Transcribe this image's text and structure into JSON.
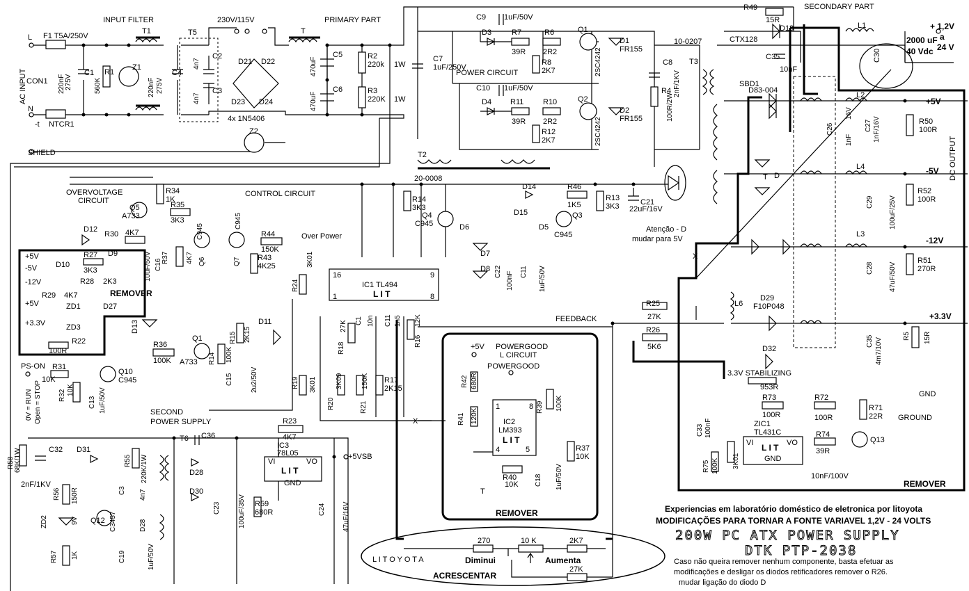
{
  "headings": {
    "input_filter": "INPUT FILTER",
    "voltage_select": "230V/115V",
    "primary_part": "PRIMARY PART",
    "secondary_part": "SECONDARY PART",
    "power_circuit": "POWER CIRCUIT",
    "control_circuit": "CONTROL  CIRCUIT",
    "overvoltage": "OVERVOLTAGE",
    "overvoltage2": "CIRCUIT",
    "second_ps": "SECOND",
    "second_ps2": "POWER SUPPLY",
    "powergood": "POWERGOOD",
    "powergood_c": "L CIRCUIT",
    "stabilizing": "3.3V STABILIZING",
    "feedback": "FEEDBACK",
    "over_power": "Over Power",
    "ac_input": "AC INPUT",
    "dc_output": "DC OUTPUT",
    "shield": "SHIELD",
    "ground": "GROUND",
    "gnd": "GND",
    "con1": "CON1",
    "x1": "X",
    "x2": "X"
  },
  "terminals": {
    "L": "L",
    "N": "N",
    "ps_on": "PS-ON",
    "run": "0V = RUN",
    "stop": "Open = STOP",
    "vsb": "+5VSB",
    "plus5v_pg": "+5V"
  },
  "outputs": {
    "v12var": "+ 1,2V",
    "a": "a",
    "v24": "24 V",
    "p5": "+5V",
    "m5": "-5V",
    "m12": "-12V",
    "p33": "+3.3V"
  },
  "callouts": {
    "cap_value": "2000 uF",
    "cap_voltage": "40 Vdc",
    "attention": "Atenção - D",
    "attention2": "mudar para 5V"
  },
  "remover": {
    "a": "REMOVER",
    "b": "REMOVER",
    "c": "REMOVER"
  },
  "acrescentar": {
    "litoyota": "L I T O Y O T A",
    "diminui": "Diminui",
    "aumenta": "Aumenta",
    "label": "ACRESCENTAR",
    "r270": "270",
    "r10k": "10 K",
    "r2k7": "2K7",
    "r27k": "27K"
  },
  "credits": {
    "line1": "Experiencias em laboratório doméstico de eletronica por litoyota",
    "line2": "MODIFICAÇÕES PARA TORNAR A FONTE VARIAVEL  1,2V - 24 VOLTS",
    "title1": "200W PC ATX POWER SUPPLY",
    "title2": "DTK PTP-2038",
    "note1": "Caso não queira remover nenhum componente, basta efetuar as",
    "note2": "modificações e desligar os diodos retificadores     remover o R26.",
    "note3": "mudar ligação do diodo D"
  },
  "input": {
    "f1": "F1 T5A/250V",
    "t1": "T1",
    "t5": "T5",
    "c1": "C1",
    "c1v": "220nF",
    "c1v2": "275V",
    "r1": "R1",
    "r1v": "560K",
    "z1": "Z1",
    "c4": "C4",
    "c4v": "220nF",
    "c4v2": "275V",
    "c2": "C2",
    "c3": "C3",
    "c23v": "4n7",
    "c23v2": "4n7",
    "ntc": "NTCR1",
    "t": "-t"
  },
  "bridge": {
    "d21": "D21",
    "d22": "D22",
    "d23": "D23",
    "d24": "D24",
    "type": "4x 1N5406",
    "z2": "Z2",
    "t": "T"
  },
  "primary": {
    "c5": "C5",
    "c6": "C6",
    "c5v": "470uF",
    "c6v": "470uF",
    "r2": "R2",
    "r3": "R3",
    "r2v": "220k",
    "r3v": "220K",
    "w1": "1W",
    "w2": "1W",
    "c7": "C7",
    "c7v": "1uF/250V"
  },
  "power": {
    "c9": "C9",
    "c9v": "1uF/50V",
    "c10": "C10",
    "c10v": "1uF/50V",
    "d3": "D3",
    "d4": "D4",
    "r7": "R7",
    "r7v": "39R",
    "r11": "R11",
    "r11v": "39R",
    "r6": "R6",
    "r6v": "2R2",
    "r10": "R10",
    "r10v": "2R2",
    "r8": "R8",
    "r8v": "2K7",
    "r12": "R12",
    "r12v": "2K7",
    "q1": "Q1",
    "q2": "Q2",
    "qt": "2SC4242",
    "qt2": "2SC4242",
    "d1": "D1",
    "d1v": "FR155",
    "d2": "D2",
    "d2v": "FR155",
    "t2": "T2",
    "t2v": "20-0008",
    "c8": "C8",
    "c8v": "2nF/1KV",
    "r4": "R4",
    "r4v": "100R/2W",
    "t3": "T3",
    "t3v": "10-0207"
  },
  "secondary": {
    "r49": "R49",
    "r49v": "15R",
    "ctx": "CTX128",
    "d18": "D18",
    "c35": "C35",
    "c35v": "10nF",
    "l1": "L1",
    "c30": "C30",
    "sbd1": "SBD1",
    "sbd1v": "D83-004",
    "l2": "L2",
    "c26": "C26",
    "c26v": "1nF",
    "c27": "C27",
    "c27v": "1nF/16V",
    "c26b": "16V",
    "r50": "R50",
    "r50v": "100R",
    "l4": "L4",
    "c29": "C29",
    "c29v": "100uF/25V",
    "r52": "R52",
    "r52v": "100R",
    "l3": "L3",
    "c28": "C28",
    "c28v": "47uF/50V",
    "r51": "R51",
    "r51v": "270R",
    "l6": "L6",
    "d29": "D29",
    "d29v": "F10P048",
    "c35b": "C35",
    "c35bv": "4m7/10V",
    "r5": "R5",
    "r5v": "15R",
    "d32": "D32",
    "r953": "953R",
    "d": "D",
    "dt": "T"
  },
  "stab": {
    "c33": "C33",
    "c33v": "100nF",
    "r73": "R73",
    "r73v": "100R",
    "r72": "R72",
    "r72v": "100R",
    "r71": "R71",
    "r71v": "22R",
    "zic1": "ZIC1",
    "zic1v": "TL431C",
    "vi": "VI",
    "vo": "VO",
    "gnd": "GND",
    "lit": "L I T",
    "r74": "R74",
    "r74v": "39R",
    "q13": "Q13",
    "r75": "R75",
    "r75v": "100K",
    "r3k01": "3K01",
    "c10n": "10nF/100V"
  },
  "control": {
    "r34": "R34",
    "r34v": "1K",
    "r35": "R35",
    "r35v": "3K3",
    "q5": "Q5",
    "q5v": "A733",
    "d12": "D12",
    "r30": "R30",
    "r30v": "4K7",
    "q6": "Q6",
    "q6v": "C945",
    "q7": "Q7",
    "q7v": "C945",
    "r44": "R44",
    "r44v": "150K",
    "r43": "R43",
    "r43v": "4K25",
    "r37": "R37",
    "r37v": "4K7",
    "c16": "C16",
    "c16v": "10uF/50V",
    "d13": "D13",
    "d11": "D11",
    "r36": "R36",
    "r36v": "100K",
    "q1b": "Q1",
    "q1bv": "A733",
    "r15": "R15",
    "r15v": "2K15",
    "r14b": "R14",
    "r14bv": "100K",
    "c15": "C15",
    "c15v": "2u2/50V",
    "r24": "R24",
    "r24v": "3K01",
    "r19": "R19",
    "r19v": "3K01",
    "ic1": "IC1  TL494",
    "ic1l": "L I T",
    "p16": "16",
    "p9": "9",
    "p1": "1",
    "p8": "8",
    "r18": "R18",
    "r18v": "27K",
    "c1b": "C1",
    "c1bv": "10n",
    "c11": "C11",
    "c11v": "1n5",
    "r16": "R16",
    "r16v": "12K",
    "r20": "R20",
    "r20v": "3K09",
    "r21": "R21",
    "r21v": "150K",
    "r17": "R17",
    "r17v": "2K15",
    "r14": "R14",
    "r14v": "3K3",
    "q4": "Q4",
    "q4v": "C945",
    "d6": "D6",
    "d7": "D7",
    "d8": "D8",
    "d14": "D14",
    "d15": "D15",
    "d5": "D5",
    "r46": "R46",
    "r46v": "1K5",
    "r13": "R13",
    "r13v": "3K3",
    "q3": "Q3",
    "q3v": "C945",
    "c22": "C22",
    "c22v": "100nF",
    "c11b": "C11",
    "c11bv": "1uF/50V",
    "c21": "C21",
    "c21v": "22uF/16V",
    "r31": "R31",
    "r31v": "10K",
    "r32": "R32",
    "r32v": "10K",
    "q10": "Q10",
    "q10v": "C945",
    "c13": "C13",
    "c13v": "1uF/50V",
    "d10": "D10",
    "d9": "D9",
    "r27": "R27",
    "r27v": "3K3",
    "r28": "R28",
    "r28v": "2K3",
    "r29": "R29",
    "r29v": "4K7",
    "zd1": "ZD1",
    "zd3": "ZD3",
    "d27": "D27",
    "r22": "R22",
    "r22v": "100R",
    "pp5": "+5V",
    "pm5": "-5V",
    "pm12": "-12V",
    "pp5b": "+5V",
    "pp33": "+3.3V"
  },
  "pg": {
    "r42": "R42",
    "r42v": "680R",
    "r41": "R41",
    "r41v": "120K",
    "ic2": "IC2",
    "ic2v": "LM393",
    "lit": "L I T",
    "r39": "R39",
    "r39v": "100K",
    "r37": "R37",
    "r37v": "10K",
    "r40": "R40",
    "r40v": "10K",
    "c18": "C18",
    "c18v": "1uF/50V",
    "p1": "1",
    "p8": "8",
    "p4": "4",
    "p5": "5",
    "t": "T",
    "pwg": "POWERGOOD"
  },
  "sps": {
    "r58": "R58",
    "r58v": "68K/1W",
    "c32": "C32",
    "c32v": "2nF/1KV",
    "d31": "D31",
    "r55": "R55",
    "r55v": "220K/1W",
    "t6": "T6",
    "c36": "C36",
    "r56": "R56",
    "r56v": "150R",
    "c3": "C3",
    "c3v": "4n7",
    "d28": "D28",
    "d30": "D30",
    "zd2": "ZD2",
    "zd2v": "9V",
    "q12": "Q12",
    "q12v": "C3457",
    "d28b": "D28",
    "r57": "R57",
    "r57v": "1K",
    "c19": "C19",
    "c19v": "1uF/50V",
    "c23": "C23",
    "c23v": "100uF/35V",
    "r59": "R59",
    "r59v": "680R",
    "ic3": "IC3",
    "ic3v": "78L05",
    "vi": "VI",
    "vo": "VO",
    "lit": "L I T",
    "gnd": "GND",
    "c24": "C24",
    "c24v": "47uF/16V",
    "r23": "R23",
    "r23v": "4K7"
  }
}
